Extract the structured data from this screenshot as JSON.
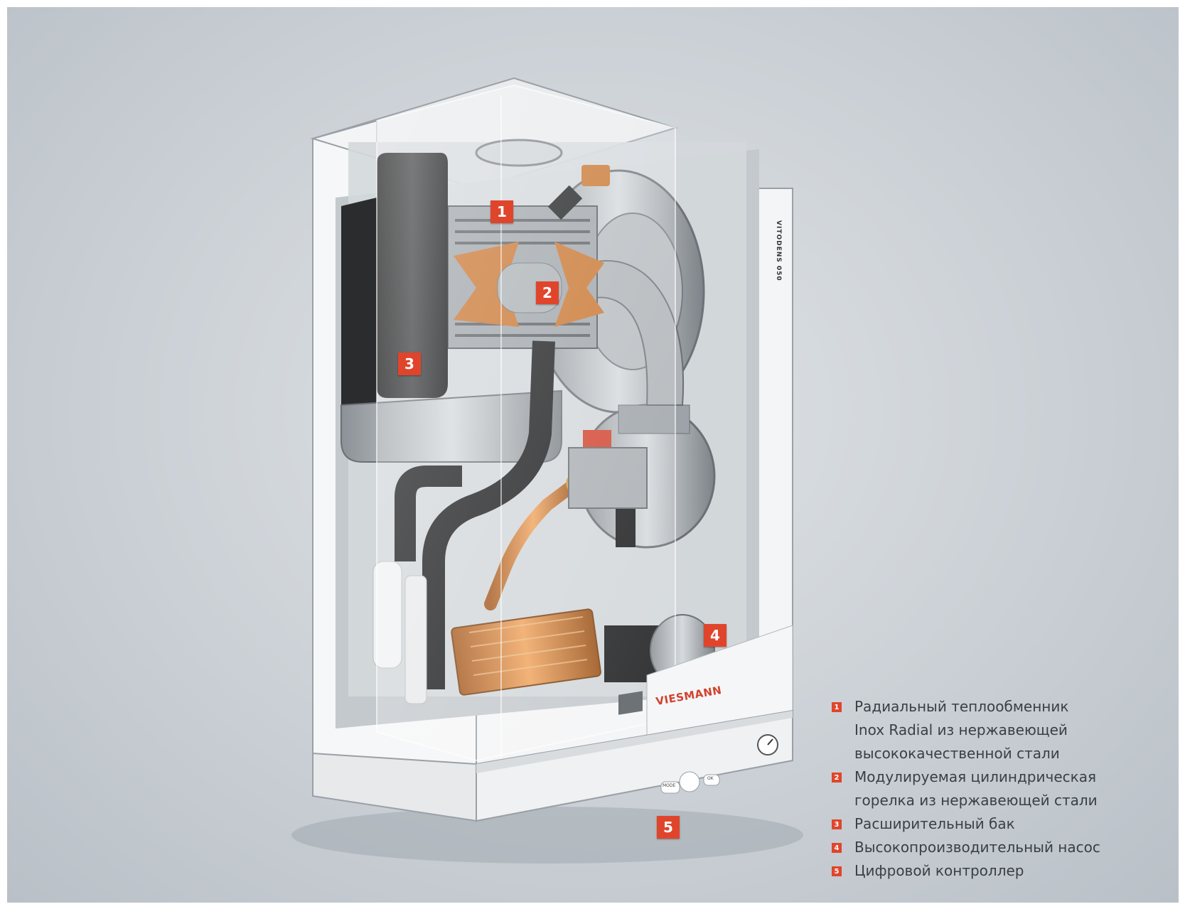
{
  "side_label": "VITODENS 050",
  "brand": "VIESMANN",
  "panel": {
    "mode_label": "MODE",
    "ok_label": "OK"
  },
  "markers": [
    "1",
    "2",
    "3",
    "4",
    "5"
  ],
  "legend": [
    {
      "num": "1",
      "text": "Радиальный теплообменник\nInox Radial из нержавеющей\nвысококачественной стали"
    },
    {
      "num": "2",
      "text": "Модулируемая цилиндрическая\nгорелка из нержавеющей стали"
    },
    {
      "num": "3",
      "text": "Расширительный бак"
    },
    {
      "num": "4",
      "text": "Высокопроизводительный насос"
    },
    {
      "num": "5",
      "text": "Цифровой контроллер"
    }
  ],
  "colors": {
    "accent": "#e0452b",
    "casing": "#f6f7f8",
    "background": "#cfd4d9",
    "copper": "#c8742e"
  }
}
